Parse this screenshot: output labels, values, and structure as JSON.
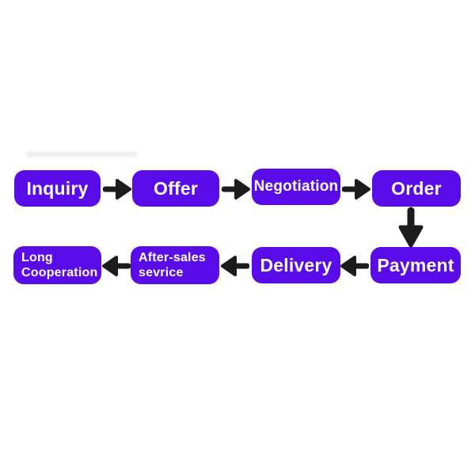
{
  "flowchart": {
    "colors": {
      "background": "#ffffff",
      "box": "#5a0ce8",
      "label": "#ffffff",
      "arrow": "#1c1c1c"
    },
    "nodes": [
      {
        "label": "Inquiry"
      },
      {
        "label": "Offer"
      },
      {
        "label": "Negotiation"
      },
      {
        "label": "Order"
      },
      {
        "label": "Payment"
      },
      {
        "label": "Delivery"
      },
      {
        "lines": [
          "After-sales",
          "sevrice"
        ]
      },
      {
        "lines": [
          "Long",
          "Cooperation"
        ]
      }
    ],
    "connections": [
      "Inquiry → Offer",
      "Offer → Negotiation",
      "Negotiation → Order",
      "Order → Payment",
      "Payment → Delivery",
      "Delivery → After-sales sevrice",
      "After-sales sevrice → Long Cooperation"
    ]
  }
}
